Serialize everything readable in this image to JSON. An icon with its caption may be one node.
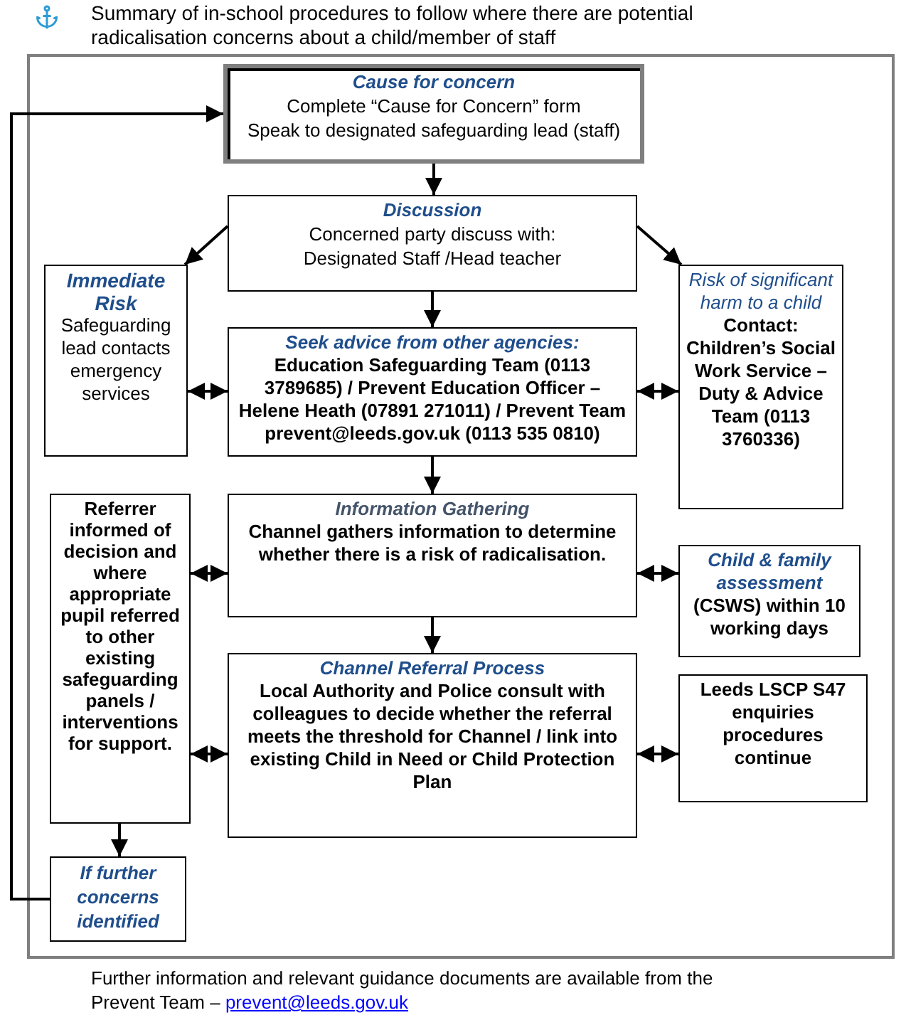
{
  "diagram": {
    "nodes": [
      {
        "text": [
          "Cause for concern",
          "Complete “Cause for Concern” form",
          "Speak to designated safeguarding lead (staff)"
        ]
      },
      {
        "text": [
          "Discussion",
          "Concerned party discuss with:",
          "Designated Staff /Head teacher"
        ]
      },
      {
        "text": [
          "Immediate Risk",
          "Safeguarding lead contacts emergency services"
        ]
      },
      {
        "text": [
          "Seek advice from other agencies:",
          "Education Safeguarding Team (0113 3789685) / Prevent Education Officer – Helene Heath (07891 271011) / Prevent Team prevent@leeds.gov.uk (0113 535 0810)"
        ]
      },
      {
        "text": [
          "Risk of significant harm to a child",
          "Contact: Children’s Social Work Service – Duty & Advice Team (0113 3760336)"
        ]
      },
      {
        "text": [
          "Referrer informed of decision and where appropriate pupil referred to other existing safeguarding panels / interventions for support."
        ]
      },
      {
        "text": [
          "Information Gathering",
          "Channel gathers information to determine whether there is a risk of radicalisation."
        ]
      },
      {
        "text": [
          "Child & family assessment",
          "(CSWS) within 10 working days"
        ]
      },
      {
        "text": [
          "Channel Referral Process",
          "Local Authority and Police consult with colleagues to decide whether the referral meets the threshold for Channel / link into existing Child in Need or Child Protection Plan"
        ]
      },
      {
        "text": [
          "Leeds LSCP S47 enquiries procedures continue"
        ]
      },
      {
        "text": [
          "If further concerns identified"
        ]
      }
    ],
    "edges": [
      {
        "from": 0,
        "to": 1,
        "arrow": "to"
      },
      {
        "from": 1,
        "to": 2,
        "arrow": "to"
      },
      {
        "from": 1,
        "to": 4,
        "arrow": "to"
      },
      {
        "from": 1,
        "to": 3,
        "arrow": "to"
      },
      {
        "from": 2,
        "to": 3,
        "arrow": "both"
      },
      {
        "from": 3,
        "to": 4,
        "arrow": "both"
      },
      {
        "from": 3,
        "to": 6,
        "arrow": "to"
      },
      {
        "from": 5,
        "to": 6,
        "arrow": "both"
      },
      {
        "from": 6,
        "to": 7,
        "arrow": "both"
      },
      {
        "from": 6,
        "to": 8,
        "arrow": "to"
      },
      {
        "from": 5,
        "to": 8,
        "arrow": "both"
      },
      {
        "from": 8,
        "to": 9,
        "arrow": "both"
      },
      {
        "from": 5,
        "to": 10,
        "arrow": "to"
      },
      {
        "from": 10,
        "to": 0,
        "arrow": "to"
      }
    ],
    "labels": [
      "Summary of in-school procedures to follow where there are potential radicalisation concerns about a child/member of staff",
      "Further information and relevant guidance documents are available from the Prevent Team –",
      "prevent@leeds.gov.uk"
    ]
  }
}
